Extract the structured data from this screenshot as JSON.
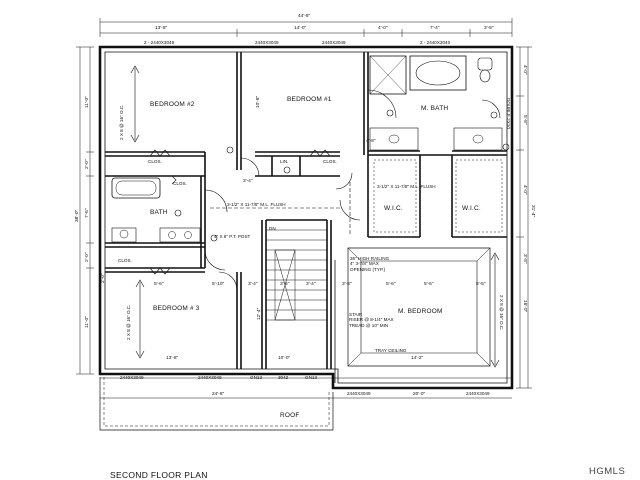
{
  "title": "SECOND FLOOR PLAN",
  "watermark": "HGMLS",
  "rooms": {
    "bedroom2": "BEDROOM #2",
    "bedroom1": "BEDROOM #1",
    "mbath": "M. BATH",
    "bedroom3": "BEDROOM # 3",
    "mbedroom": "M. BEDROOM",
    "bath": "BATH",
    "wic_left": "W.I.C.",
    "wic_right": "W.I.C.",
    "lin": "LIN.",
    "dn": "DN",
    "roof": "ROOF"
  },
  "closets": {
    "clos_b2": "CLOS.",
    "clos_b1": "CLOS.",
    "clos_bath": "CLOS.",
    "clos_b3": "CLOS."
  },
  "top_dims": {
    "overall": "44'-8\"",
    "seg1": "13'-8\"",
    "seg2": "14'-0\"",
    "seg3": "4'-0\"",
    "seg4": "7'-4\"",
    "seg5": "3'-8\""
  },
  "window_tags_top": {
    "w1": "2 - 2440X3049",
    "w2": "2440X3049",
    "w3": "2440X3049",
    "w4": "2 - 2440X3040"
  },
  "bottom_dims": {
    "b1": "13'-8\"",
    "b2": "10'-0\"",
    "b3": "14'-2\"",
    "b4": "24'-8\"",
    "b5": "20'-0\"",
    "w1": "2440X3049",
    "w2": "2440X3049",
    "w3": "GN13",
    "w4": "3042",
    "w5": "GN13",
    "w6": "2440X3049",
    "w7": "2440X3049"
  },
  "left_dims": {
    "overall": "38'-0\"",
    "l1": "11'-0\"",
    "l2": "2'-0\"",
    "l3": "7'-6\"",
    "l4": "2'-0\"",
    "l5": "11'-0\"",
    "l6": "2'-0\""
  },
  "right_dims": {
    "overall": "31'-4\"",
    "r1": "4'-0\"",
    "r2": "5'-8\"",
    "r3": "4'-0\"",
    "r4": "16'-0\"",
    "r5": "3'-8\""
  },
  "interior_dims": {
    "d1": "10'-8\"",
    "d2": "3'-4\"",
    "d3": "4'-8\"",
    "d4": "3'-4\"",
    "d5": "3'-8\"",
    "d6": "5'-6\"",
    "d7": "5'-6\"",
    "d8": "5'-10\"",
    "d9": "5'-6\"",
    "d10": "3'-4\"",
    "d11": "12'-4\"",
    "d12": "5'-6\"",
    "d13": "3'-4\""
  },
  "notes": {
    "beam_top": "3-1/2\" X 11-7/8\" M.L. FLUSH",
    "beam_right": "3-1/2\" X 11-7/8\" M.L. FLUSH",
    "post": "4\" X 6\" P.T. POST",
    "railing": "36\" HIGH RAILING\n4\" 3-7/8\" MAX\nOPENING (TYP.)",
    "stair": "STAIR\nRISER @ 8-1/4\" MAX\nTREAD @ 10\" MIN",
    "tray": "TRAY CEILING",
    "joist_b2": "2 X 8 @ 16\" O.C.",
    "joist_b3": "2 X 8 @ 16\" O.C.",
    "joist_mb": "2 X 8 @ 16\" O.C.",
    "header_mbath": "DOUBLE 2X10"
  }
}
